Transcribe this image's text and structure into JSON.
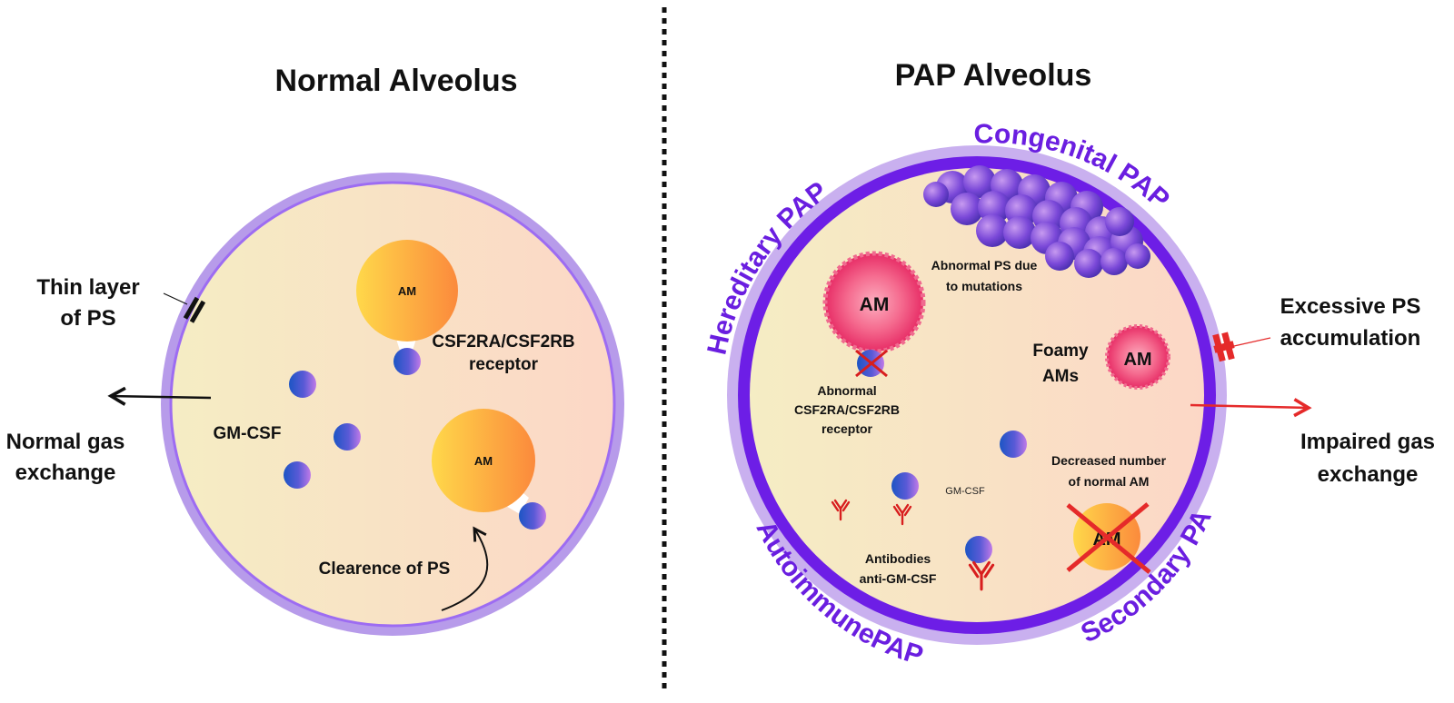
{
  "colors": {
    "ring_normal": "#b79bea",
    "ring_normal_inner": "#9d6cf2",
    "ring_pap_outer": "#c9b0ef",
    "ring_pap": "#6d1ee6",
    "interior_left": "#f5edc4",
    "interior_right": "#fcd7c6",
    "am_yellow": "#ffd54a",
    "am_orange": "#fb8a3c",
    "am_pink": "#ee2f6c",
    "gmcsf_blue": "#1c55c4",
    "gmcsf_violet": "#c07ae8",
    "antibody_red": "#d81e1e",
    "arrow_red": "#e52a2a",
    "ring_text": "#6a1ee0"
  },
  "normal": {
    "title": "Normal Alveolus",
    "thin_layer": [
      "Thin layer",
      "of PS"
    ],
    "gas_exchange": [
      "Normal gas",
      "exchange"
    ],
    "gmcsf": "GM-CSF",
    "receptor": [
      "CSF2RA/CSF2RB",
      "receptor"
    ],
    "clearance": "Clearence of PS",
    "am_label": "AM"
  },
  "pap": {
    "title": "PAP Alveolus",
    "ring_labels": {
      "congenital": "Congenital PAP",
      "hereditary": "Hereditary PAP",
      "autoimmune": "AutoimmunePAP",
      "secondary": "Secondary PAP"
    },
    "abnormal_ps": [
      "Abnormal PS due",
      "to  mutations"
    ],
    "foamy": [
      "Foamy",
      "AMs"
    ],
    "abnormal_receptor": [
      "Abnormal",
      "CSF2RA/CSF2RB",
      "receptor"
    ],
    "decreased": [
      "Decreased number",
      "of normal AM"
    ],
    "gmcsf": "GM-CSF",
    "antibodies": [
      "Antibodies",
      "anti-GM-CSF"
    ],
    "excessive": [
      "Excessive PS",
      "accumulation"
    ],
    "impaired": [
      "Impaired gas",
      "exchange"
    ],
    "am_label": "AM"
  }
}
